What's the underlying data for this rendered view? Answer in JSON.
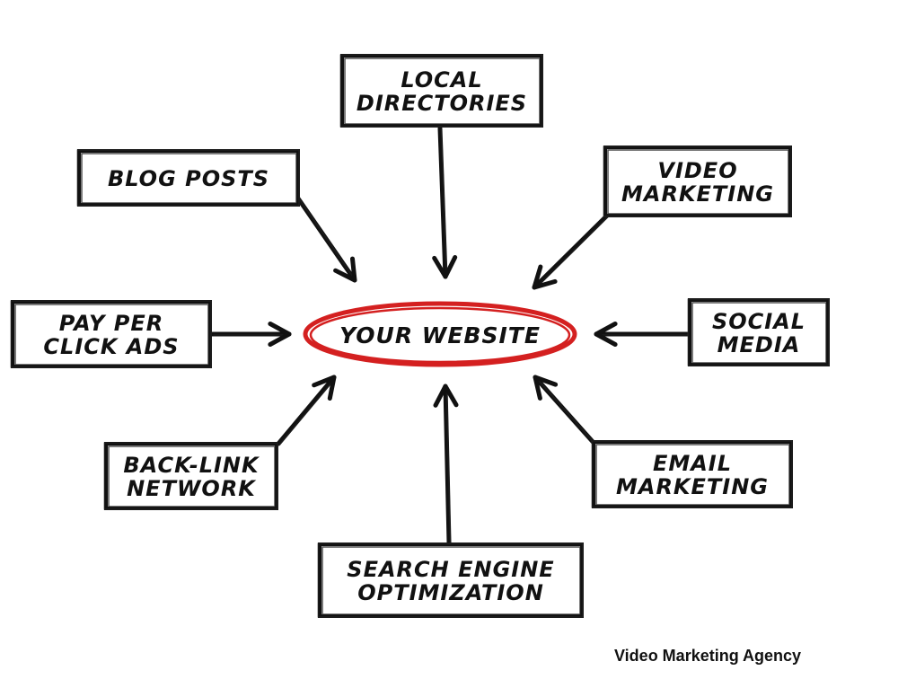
{
  "center": {
    "label": "YOUR WEBSITE",
    "ring_color": "#d42020"
  },
  "nodes": [
    {
      "id": "local-directories",
      "lines": [
        "LOCAL",
        "DIRECTORIES"
      ]
    },
    {
      "id": "blog-posts",
      "lines": [
        "BLOG POSTS"
      ]
    },
    {
      "id": "video-marketing",
      "lines": [
        "VIDEO",
        "MARKETING"
      ]
    },
    {
      "id": "pay-per-click-ads",
      "lines": [
        "PAY PER",
        "CLICK ADS"
      ]
    },
    {
      "id": "social-media",
      "lines": [
        "SOCIAL",
        "MEDIA"
      ]
    },
    {
      "id": "back-link-network",
      "lines": [
        "BACK-LINK",
        "NETWORK"
      ]
    },
    {
      "id": "email-marketing",
      "lines": [
        "EMAIL",
        "MARKETING"
      ]
    },
    {
      "id": "search-engine-optimization",
      "lines": [
        "SEARCH ENGINE",
        "OPTIMIZATION"
      ]
    }
  ],
  "brand": {
    "text": "Video Marketing Agency"
  }
}
